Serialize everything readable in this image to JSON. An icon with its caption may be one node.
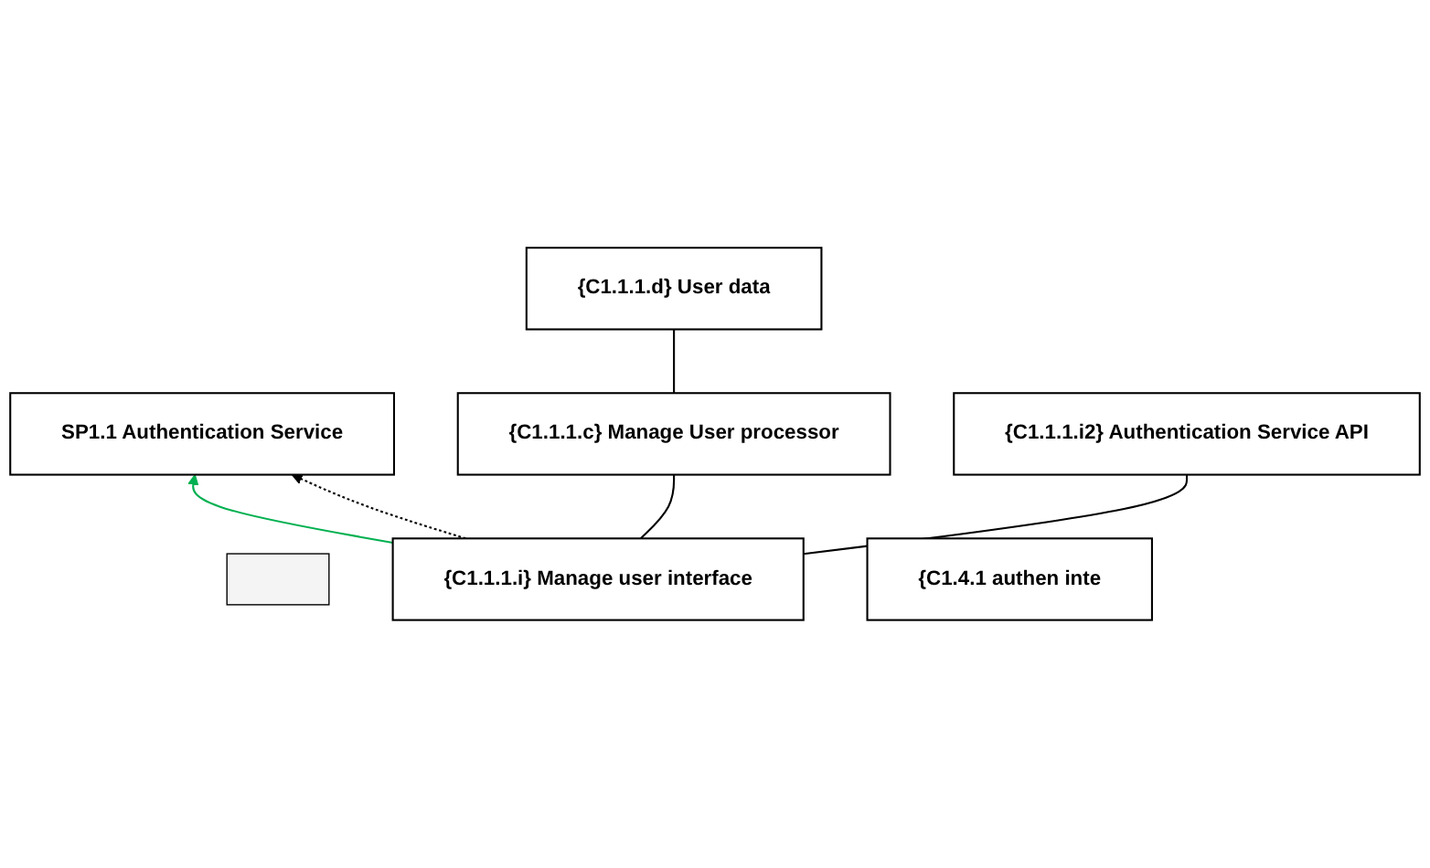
{
  "diagram": {
    "nodes": [
      {
        "text": [],
        "shape": "box"
      },
      {
        "text": [
          "SP1.1 Authentication Service"
        ]
      },
      {
        "text": [
          "{C1.1.1.i} Manage user interface"
        ]
      },
      {
        "text": [
          "{C1.1.1.c} Manage User processor"
        ]
      },
      {
        "text": [
          "{C1.1.1.d} User data"
        ]
      },
      {
        "text": [
          "{C1.4.1 authen inte"
        ]
      },
      {
        "text": [
          "{C1.1.1.i2} Authentication Service API"
        ]
      }
    ],
    "edges": [
      {
        "from": 2,
        "to": 3,
        "arrow": "none"
      },
      {
        "from": 3,
        "to": 4,
        "arrow": "none"
      },
      {
        "from": 2,
        "to": 6,
        "arrow": "none"
      },
      {
        "from": 2,
        "to": 1,
        "arrow": "to",
        "color": "#00b050"
      },
      {
        "from": 2,
        "to": 1,
        "arrow": "to",
        "style": "dashed"
      }
    ]
  }
}
